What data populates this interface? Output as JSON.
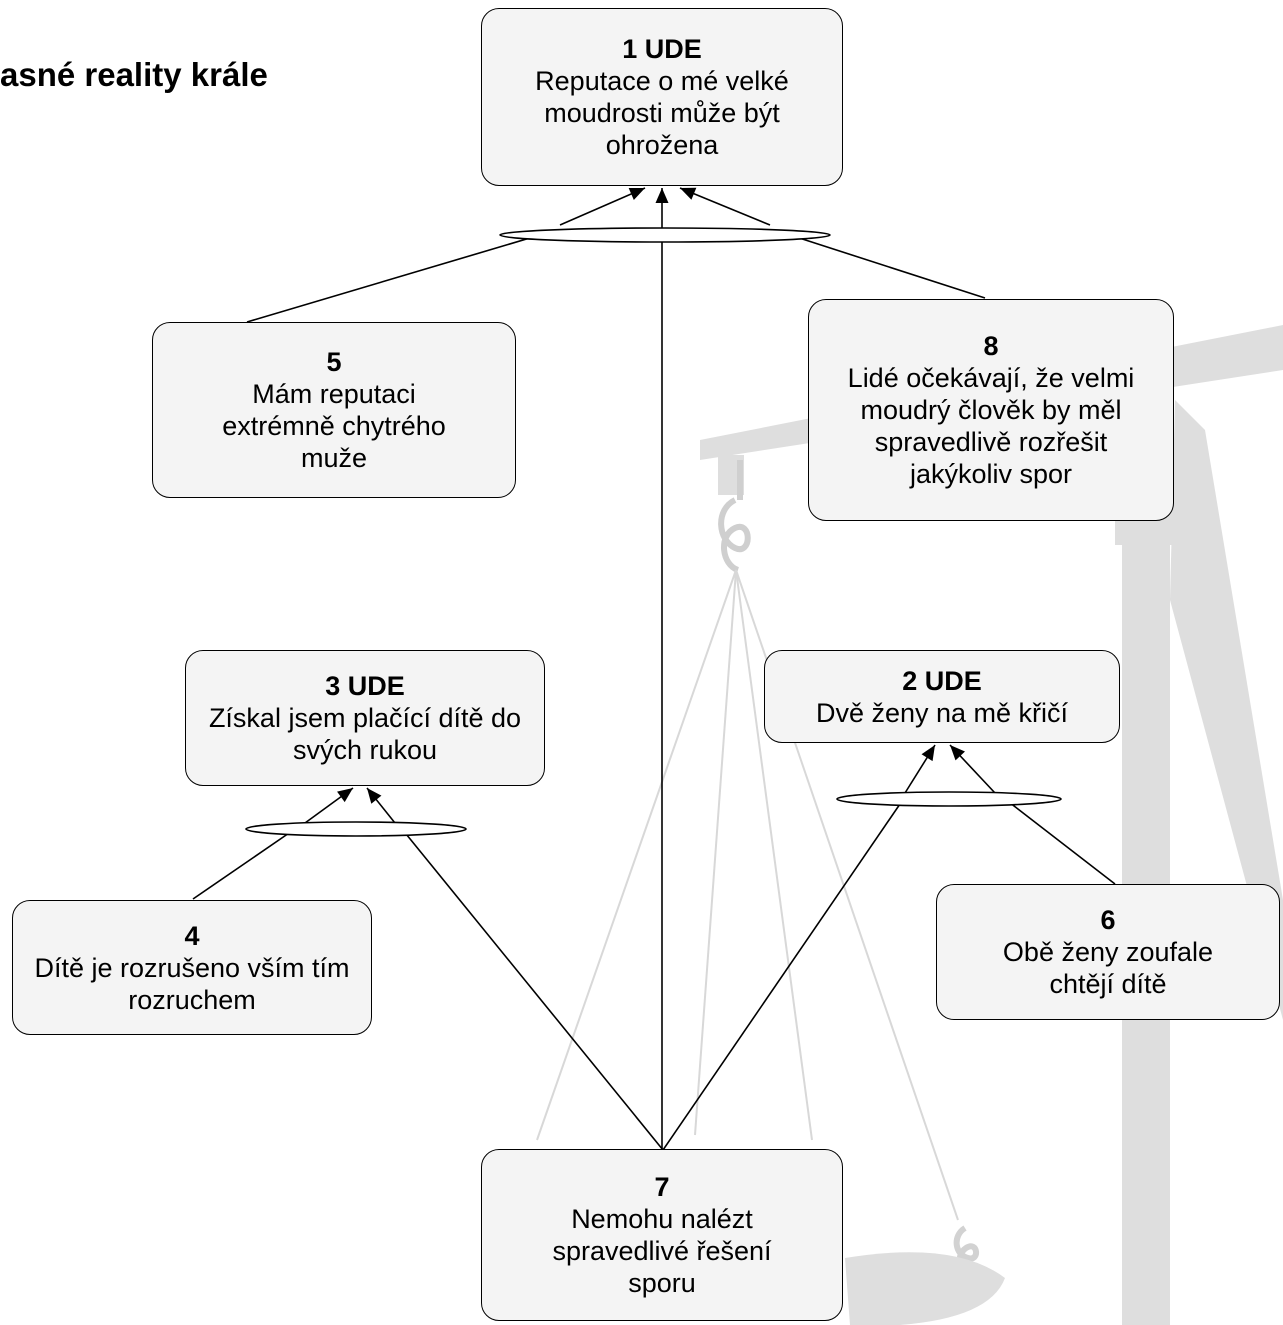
{
  "title": "asné reality krále",
  "nodes": {
    "n1": {
      "id": "1 UDE",
      "text": "Reputace o mé velké moudrosti může být ohrožena"
    },
    "n2": {
      "id": "2 UDE",
      "text": "Dvě ženy na mě křičí"
    },
    "n3": {
      "id": "3 UDE",
      "text": "Získal jsem plačící dítě do svých rukou"
    },
    "n4": {
      "id": "4",
      "text": "Dítě je rozrušeno vším tím rozruchem"
    },
    "n5": {
      "id": "5",
      "text": "Mám reputaci extrémně chytrého muže"
    },
    "n6": {
      "id": "6",
      "text": "Obě ženy zoufale chtějí dítě"
    },
    "n7": {
      "id": "7",
      "text": "Nemohu nalézt spravedlivé řešení sporu"
    },
    "n8": {
      "id": "8",
      "text": "Lidé očekávají, že velmi moudrý člověk by měl spravedlivě rozřešit jakýkoliv spor"
    }
  },
  "colors": {
    "box_fill": "#f4f4f4",
    "line": "#000000",
    "background_art": "#dedede"
  }
}
